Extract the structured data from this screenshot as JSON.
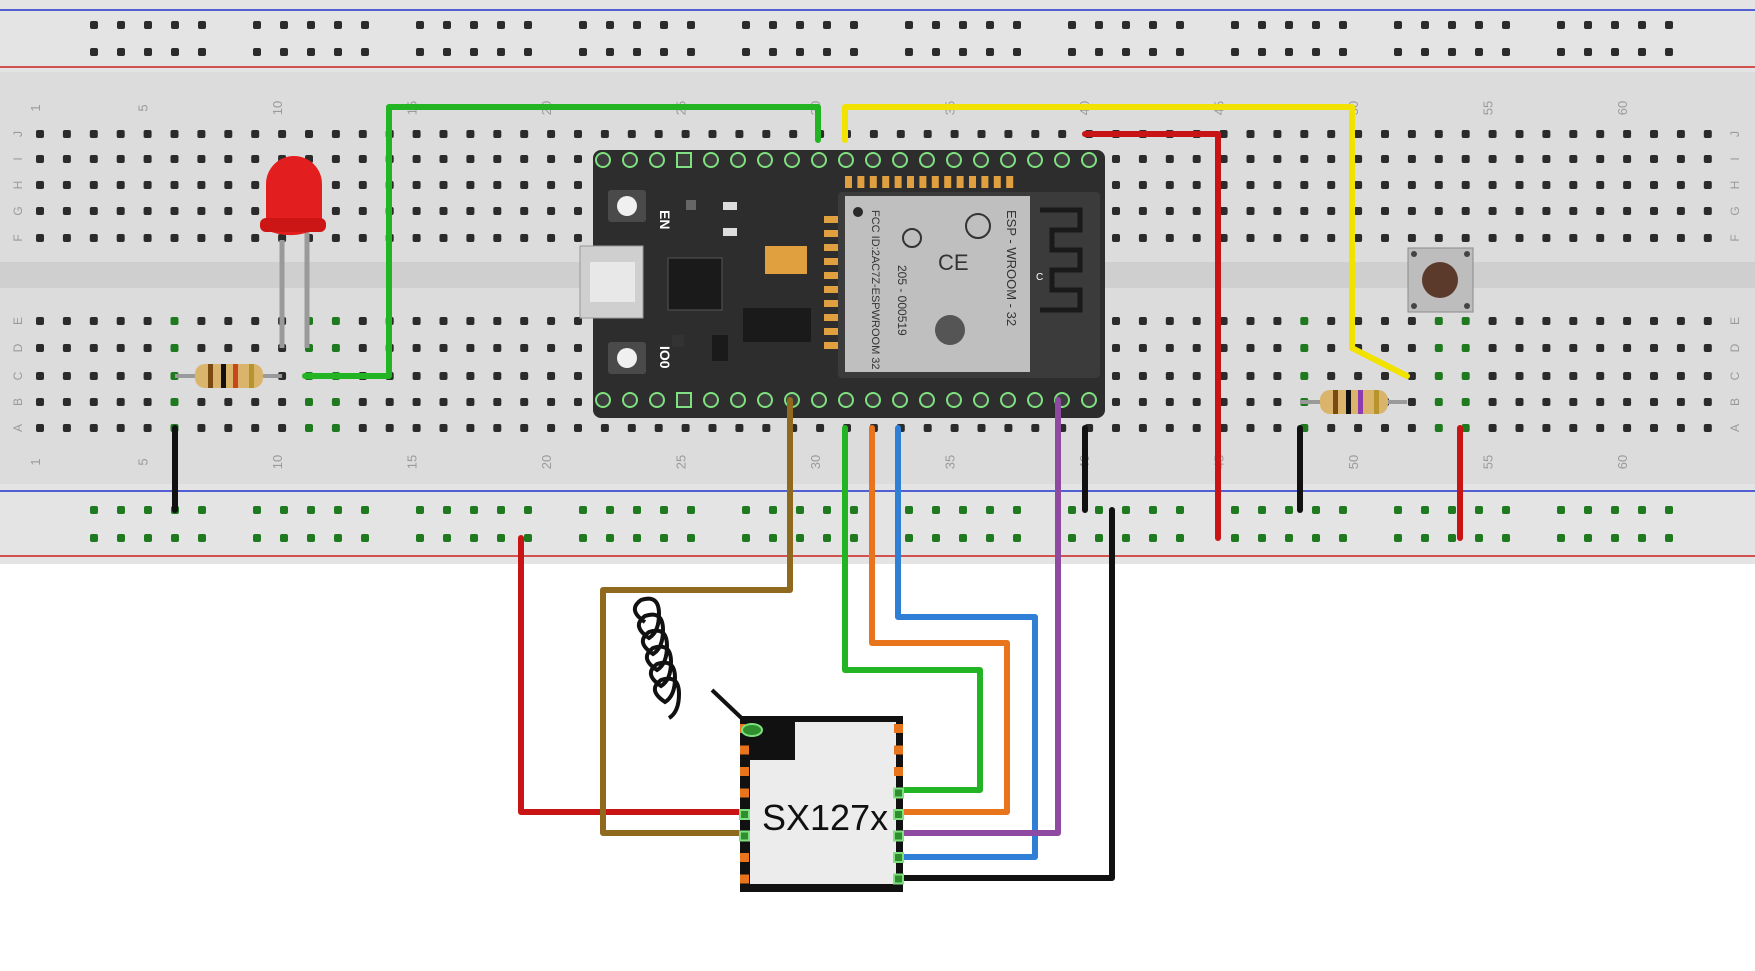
{
  "breadboard": {
    "columns": 63,
    "row_labels": [
      "J",
      "I",
      "H",
      "G",
      "F",
      "E",
      "D",
      "C",
      "B",
      "A"
    ],
    "column_numbers": [
      "1",
      "5",
      "10",
      "15",
      "20",
      "25",
      "30",
      "35",
      "40",
      "45",
      "50",
      "55",
      "60"
    ],
    "rail_colors": {
      "negative": "#2233cc",
      "positive": "#cc2222"
    }
  },
  "esp32": {
    "button_labels": [
      "EN",
      "IO0"
    ],
    "module_text": [
      "ESP - WROOM - 32",
      "205 - 000519",
      "FCC ID:2AC7Z-ESPWROOM 32",
      "C"
    ],
    "board_color": "#2d2d2d",
    "module_color": "#bfbfbf"
  },
  "lora": {
    "label": "SX127x"
  },
  "components": [
    "red-led",
    "resistor-led",
    "resistor-button",
    "push-button",
    "antenna"
  ],
  "wire_colors": {
    "green": "#22b422",
    "yellow": "#f2e200",
    "red": "#c81414",
    "black": "#111111",
    "brown": "#8f6a1e",
    "orange": "#e8741c",
    "blue": "#2f7fd6",
    "purple": "#8e4aa0"
  }
}
